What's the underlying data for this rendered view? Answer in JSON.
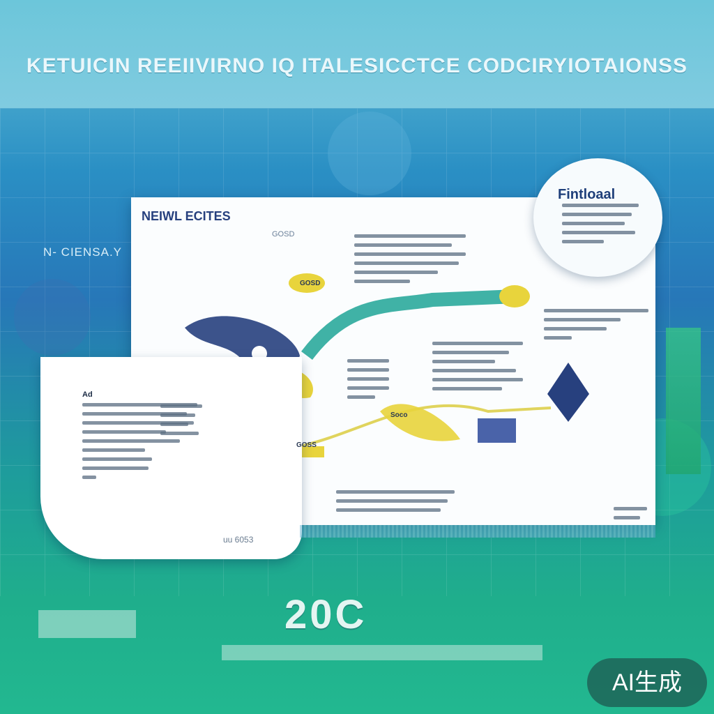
{
  "header": {
    "title": "KETUICIN REEIIVIRNO IQ ITALESICCTCE CODCIRYIOTAIONSS"
  },
  "side_label": "N- CIENSA.Y",
  "main_card": {
    "title": "NEIWL ECITES",
    "subtitle": "GOSD"
  },
  "bubble": {
    "title": "Fintloaal"
  },
  "left_card": {
    "label": "Ad"
  },
  "code_label": "uu 6053",
  "pins": {
    "pin_top": "GOSD",
    "pin_mid": "GOSS",
    "pin_low": "Soco"
  },
  "year": "20C",
  "badge": "AI生成",
  "colors": {
    "navy": "#27407e",
    "yellow": "#e8d43c",
    "teal": "#1fa497",
    "green": "#22b890"
  }
}
